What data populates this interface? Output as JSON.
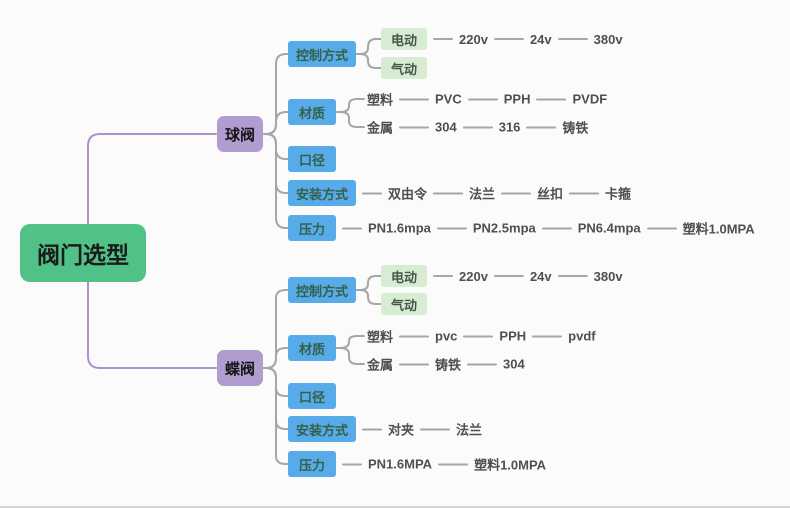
{
  "title": "阀门选型",
  "colors": {
    "background": "#fbfbfb",
    "root_green": "#50c187",
    "branch_purple": "#b19cd0",
    "topic_blue": "#57abe8",
    "leaf_green": "#d8ecd4",
    "label_gray": "#4f4f4f",
    "line_gray": "#a6a6a6",
    "line_purple": "#af92c9"
  },
  "branches": [
    {
      "label": "球阀",
      "topics": [
        {
          "label": "控制方式",
          "subs": [
            {
              "label": "电动",
              "chain": [
                "220v",
                "24v",
                "380v"
              ]
            },
            {
              "label": "气动",
              "chain": []
            }
          ]
        },
        {
          "label": "材质",
          "subs": [
            {
              "label": "塑料",
              "chain": [
                "PVC",
                "PPH",
                "PVDF"
              ]
            },
            {
              "label": "金属",
              "chain": [
                "304",
                "316",
                "铸铁"
              ]
            }
          ]
        },
        {
          "label": "口径"
        },
        {
          "label": "安装方式",
          "chain": [
            "双由令",
            "法兰",
            "丝扣",
            "卡箍"
          ]
        },
        {
          "label": "压力",
          "chain": [
            "PN1.6mpa",
            "PN2.5mpa",
            "PN6.4mpa",
            "塑料1.0MPA"
          ]
        }
      ]
    },
    {
      "label": "蝶阀",
      "topics": [
        {
          "label": "控制方式",
          "subs": [
            {
              "label": "电动",
              "chain": [
                "220v",
                "24v",
                "380v"
              ]
            },
            {
              "label": "气动",
              "chain": []
            }
          ]
        },
        {
          "label": "材质",
          "subs": [
            {
              "label": "塑料",
              "chain": [
                "pvc",
                "PPH",
                "pvdf"
              ]
            },
            {
              "label": "金属",
              "chain": [
                "铸铁",
                "304"
              ]
            }
          ]
        },
        {
          "label": "口径"
        },
        {
          "label": "安装方式",
          "chain": [
            "对夹",
            "法兰"
          ]
        },
        {
          "label": "压力",
          "chain": [
            "PN1.6MPA",
            "塑料1.0MPA"
          ]
        }
      ]
    }
  ]
}
